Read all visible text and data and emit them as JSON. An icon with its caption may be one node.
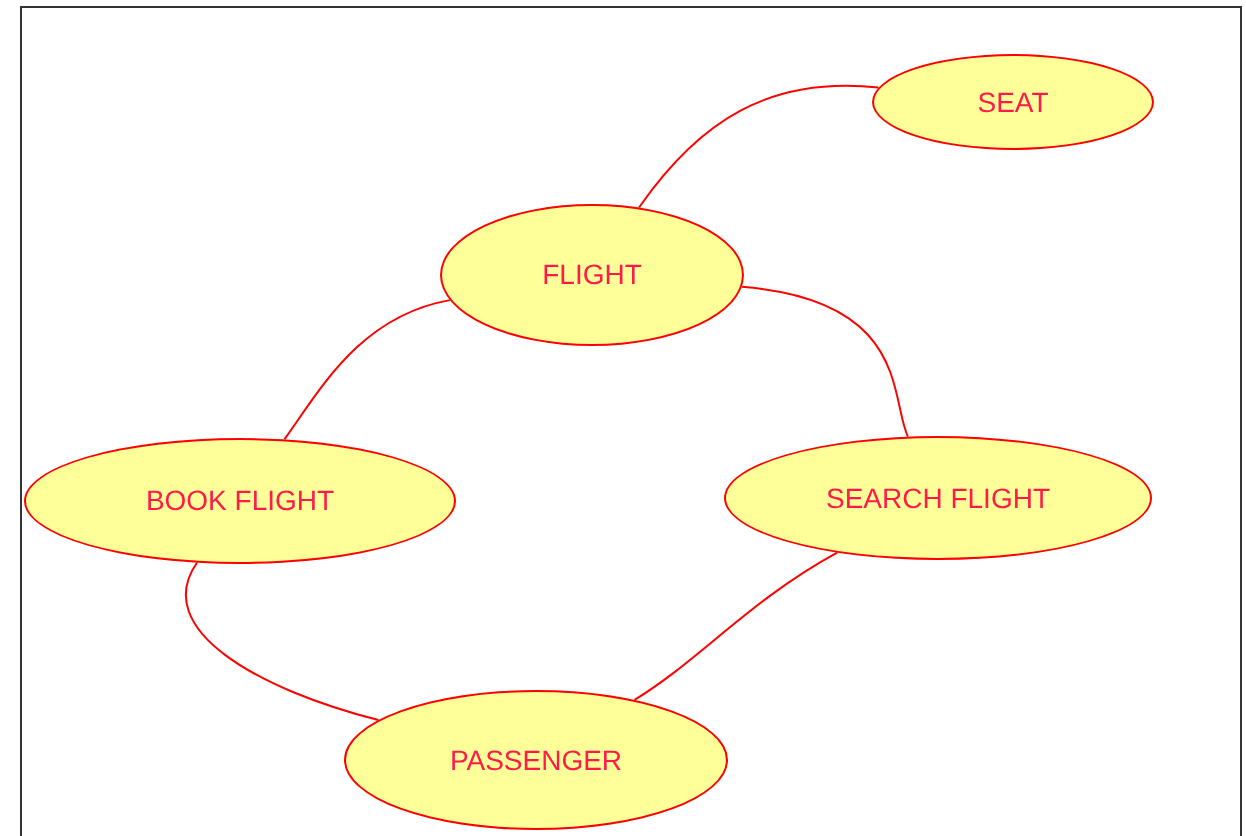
{
  "diagram": {
    "nodes": [
      {
        "text": [
          "SEAT"
        ]
      },
      {
        "text": [
          "FLIGHT"
        ]
      },
      {
        "text": [
          "BOOK FLIGHT"
        ]
      },
      {
        "text": [
          "SEARCH FLIGHT"
        ]
      },
      {
        "text": [
          "PASSENGER"
        ]
      }
    ],
    "edges": [
      {
        "from": 0,
        "to": 1,
        "arrow": "none"
      },
      {
        "from": 1,
        "to": 2,
        "arrow": "none"
      },
      {
        "from": 1,
        "to": 3,
        "arrow": "none"
      },
      {
        "from": 2,
        "to": 4,
        "arrow": "none"
      },
      {
        "from": 3,
        "to": 4,
        "arrow": "none"
      }
    ]
  }
}
